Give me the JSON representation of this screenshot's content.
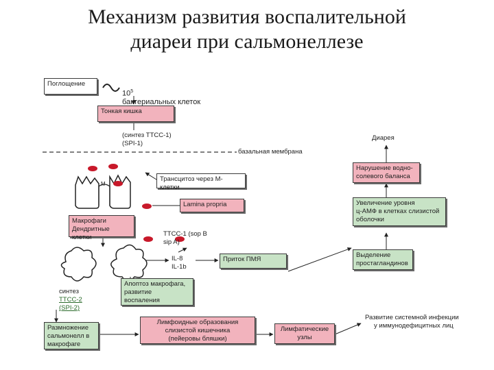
{
  "title": {
    "line1": "Механизм развития воспалительной",
    "line2": "диареи при сальмонеллезе"
  },
  "diagram": {
    "ingestion": "Поглощение",
    "bacteria_count_base": "10",
    "bacteria_count_exp": "5",
    "bacteria_text": "бактериальных клеток",
    "small_intestine": "Тонкая кишка",
    "ttss1_synthesis": "(синтез ТТСС-1)\n(SPI-1)",
    "basal_membrane": "базальная мембрана",
    "m_cell_label": "M",
    "transcytosis": "Трансцитоз через М-клетки",
    "lamina_propria": "Lamina propria",
    "macrophages": "Макрофаги\nДендритные клетки",
    "ttss1_sop": "ТТСС-1 (sop B\nsip A)",
    "il8": "IL-8\nIL-1b",
    "pmn_influx": "Приток ПМЯ",
    "apoptosis": "Апоптоз макрофага,\nразвитие\nвоспаления",
    "ttss2_word": "синтез",
    "ttss2_code": "ТТСС-2",
    "spi2": "(SPI-2)",
    "replication": "Размножение\nсальмонелл в\nмакрофаге",
    "lymphoid": "Лимфоидные образования\nслизистой кишечника\n(пейеровы бляшки)",
    "lymph_nodes": "Лимфатические\nузлы",
    "systemic": "Развитие системной инфекции",
    "immunodeficient": "у    иммунодефицитных лиц",
    "diarrhea": "Диарея",
    "water_salt": "Нарушение водно-\nсолевого баланса",
    "camp": "Увеличение уровня\nц-АМФ в клетках слизистой\nоболочки",
    "prostaglandins": "Выделение\nпростагландинов"
  },
  "colors": {
    "pink_box": "#f2b3bd",
    "green_box": "#c8e3c6",
    "bacteria_red": "#c8192a"
  }
}
